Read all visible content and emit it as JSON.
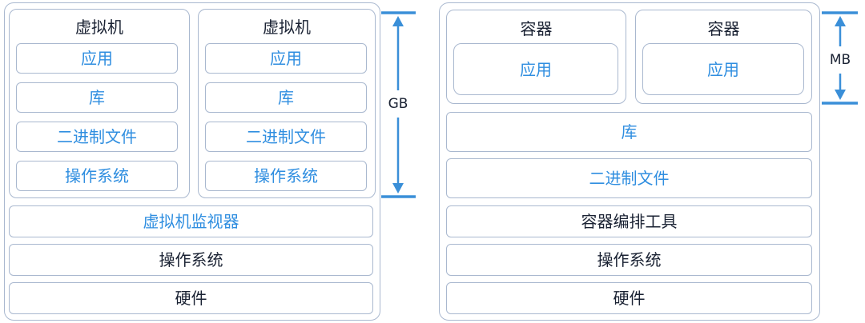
{
  "vm_stack": {
    "vm_title": "虚拟机",
    "app": "应用",
    "lib": "库",
    "bin": "二进制文件",
    "os": "操作系统",
    "hypervisor": "虚拟机监视器",
    "host_os": "操作系统",
    "hardware": "硬件",
    "size_label": "GB"
  },
  "container_stack": {
    "container_title": "容器",
    "app": "应用",
    "lib": "库",
    "bin": "二进制文件",
    "orchestrator": "容器编排工具",
    "os": "操作系统",
    "hardware": "硬件",
    "size_label": "MB"
  },
  "colors": {
    "accent": "#2f8ee0",
    "arrow": "#3a8fd8",
    "border": "#a9b8cf",
    "text_dark": "#1a2233"
  }
}
